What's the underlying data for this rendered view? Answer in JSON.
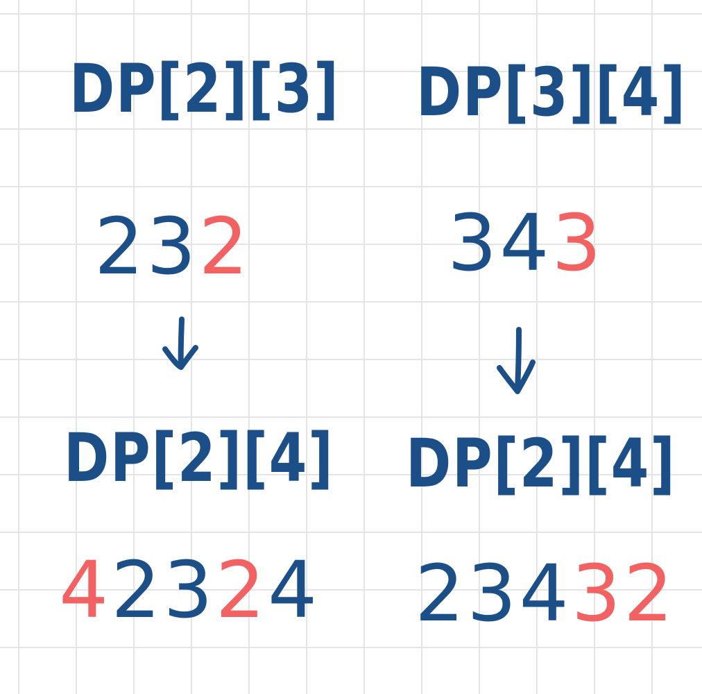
{
  "labels": {
    "top_left": "DP[2][3]",
    "top_right": "DP[3][4]",
    "bottom_left": "DP[2][4]",
    "bottom_right": "DP[2][4]"
  },
  "numbers": {
    "top_left": {
      "base": "23",
      "highlight": "2"
    },
    "top_right": {
      "base": "34",
      "highlight": "3"
    },
    "bottom_left": {
      "lead_highlight": "4",
      "base": "23",
      "highlight": "2",
      "tail": "4"
    },
    "bottom_right": {
      "base": "234",
      "highlight": "32"
    }
  },
  "arrows": [
    {
      "name": "arrow-down-left",
      "direction": "down"
    },
    {
      "name": "arrow-down-right",
      "direction": "down"
    }
  ],
  "colors": {
    "ink_blue": "#1c4f87",
    "ink_red": "#f26262",
    "grid": "#e4e4e4",
    "background": "#ffffff"
  }
}
